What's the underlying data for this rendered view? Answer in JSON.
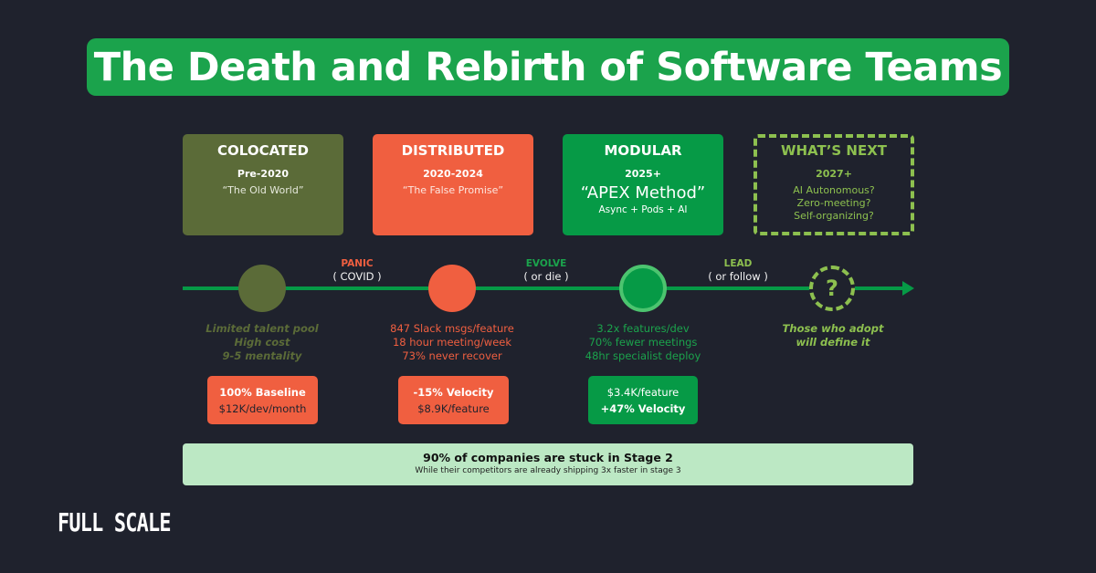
{
  "title": "The Death and Rebirth of Software Teams",
  "colors": {
    "background": "#1f222d",
    "title_green": "#1ba34c",
    "olive": "#5b6b38",
    "orange": "#f05f40",
    "green": "#069a46",
    "lime": "#8dc04f",
    "banner_mint": "#bce8c4"
  },
  "stages": [
    {
      "name": "COLOCATED",
      "period": "Pre-2020",
      "tagline": "“The Old World”"
    },
    {
      "name": "DISTRIBUTED",
      "period": "2020-2024",
      "tagline": "“The False Promise”"
    },
    {
      "name": "MODULAR",
      "period": "2025+",
      "tagline": "“APEX Method”",
      "detail": "Async + Pods + AI"
    },
    {
      "name": "WHAT’S NEXT",
      "period": "2027+",
      "lines": [
        "AI Autonomous?",
        "Zero-meeting?",
        "Self-organizing?"
      ]
    }
  ],
  "transitions": [
    {
      "label": "PANIC",
      "paren": "( COVID )"
    },
    {
      "label": "EVOLVE",
      "paren": "( or die )"
    },
    {
      "label": "LEAD",
      "paren": "( or follow )"
    }
  ],
  "nodes": {
    "future_icon": "?"
  },
  "descriptions": [
    [
      "Limited talent pool",
      "High cost",
      "9-5 mentality"
    ],
    [
      "847 Slack msgs/feature",
      "18 hour meeting/week",
      "73% never recover"
    ],
    [
      "3.2x features/dev",
      "70% fewer meetings",
      "48hr specialist deploy"
    ],
    [
      "Those who adopt",
      "will define it"
    ]
  ],
  "metrics": [
    {
      "line1": "100% Baseline",
      "line2": "$12K/dev/month"
    },
    {
      "line1": "-15% Velocity",
      "line2": "$8.9K/feature"
    },
    {
      "line1": "$3.4K/feature",
      "line2": "+47% Velocity"
    }
  ],
  "banner": {
    "headline": "90% of companies are stuck in Stage 2",
    "subline": "While their competitors are already shipping 3x faster in stage 3"
  },
  "logo": "FULL SCALE"
}
